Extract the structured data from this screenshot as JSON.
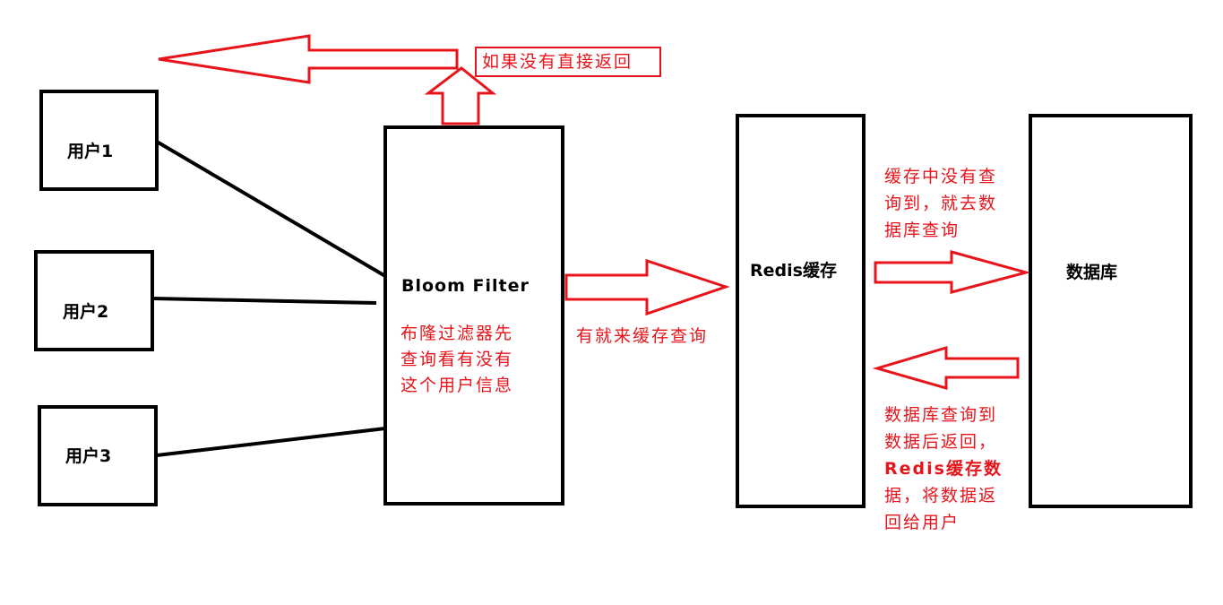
{
  "users": [
    {
      "label": "用户1"
    },
    {
      "label": "用户2"
    },
    {
      "label": "用户3"
    }
  ],
  "bloom": {
    "title": "Bloom Filter",
    "desc_lines": [
      "布隆过滤器先",
      "查询看有没有",
      "这个用户信息"
    ]
  },
  "redis": {
    "title": "Redis缓存"
  },
  "db": {
    "title": "数据库"
  },
  "annotations": {
    "not_found_return": "如果没有直接返回",
    "found_cache_query": "有就来缓存查询",
    "cache_miss_lines": [
      "缓存中没有查",
      "询到，就去数",
      "据库查询"
    ],
    "db_return_lines": [
      "数据库查询到",
      "数据后返回，",
      "Redis缓存数",
      "据，将数据返",
      "回给用户"
    ]
  },
  "colors": {
    "arrow_red": "#e8141b",
    "line_black": "#000000"
  }
}
